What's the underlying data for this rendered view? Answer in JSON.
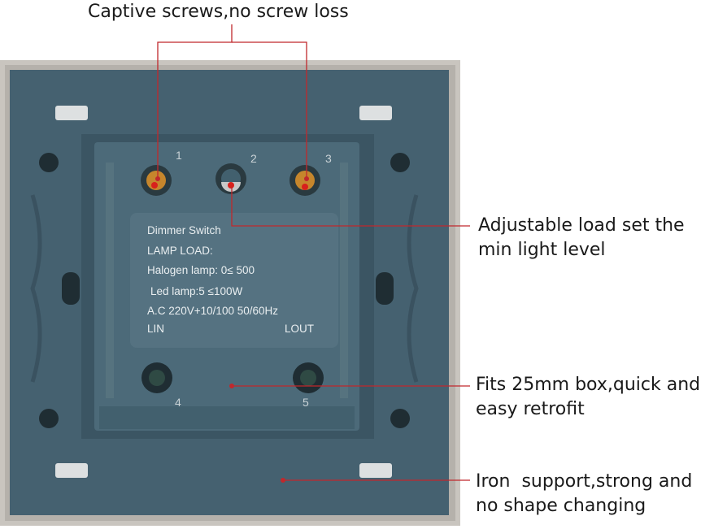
{
  "callouts": {
    "captive_screws": "Captive screws,no screw loss",
    "adjustable_load_line1": "Adjustable load set the",
    "adjustable_load_line2": "min light level",
    "fits_box_line1": "Fits 25mm box,quick and",
    "fits_box_line2": "easy retrofit",
    "iron_support_line1": "Iron  support,strong and",
    "iron_support_line2": "no shape changing"
  },
  "label": {
    "line1": "Dimmer Switch",
    "line2": "LAMP LOAD:",
    "line3": "Halogen lamp: 0≤ 500",
    "line4": "Led lamp:5 ≤100W",
    "line5": "A.C 220V+10/100  50/60Hz",
    "lin": "LIN",
    "lout": "LOUT"
  },
  "terminals": {
    "t1": "1",
    "t2": "2",
    "t3": "3",
    "t4": "4",
    "t5": "5"
  },
  "colors": {
    "background": "#ffffff",
    "frame": "#c9c5bf",
    "plate": "#456170",
    "module": "#4c6a79",
    "leader": "#c0282c",
    "callout_text": "#1a1a1a"
  }
}
